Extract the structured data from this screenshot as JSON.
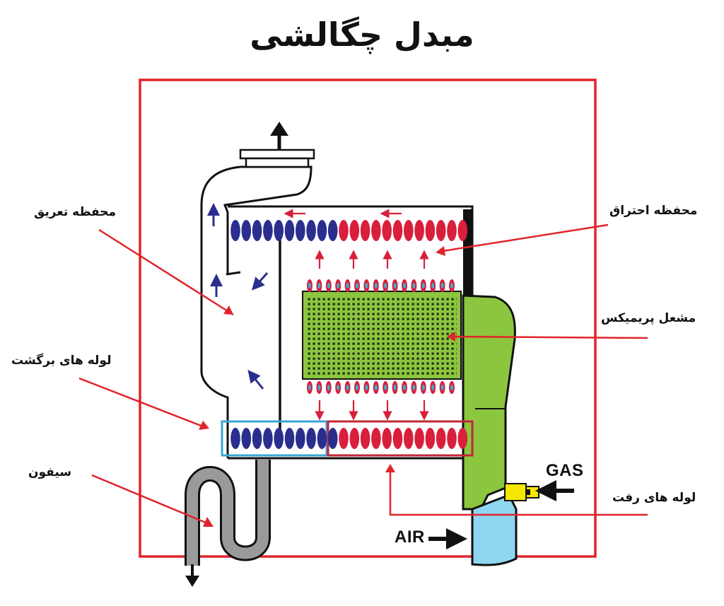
{
  "title": "مبدل چگالشی",
  "labels": {
    "condensation_chamber": "محفظه تعریق",
    "return_pipes": "لوله های برگشت",
    "siphon": "سیفون",
    "combustion_chamber": "محفظه احتراق",
    "premix_burner": "مشعل پریمیکس",
    "supply_pipes": "لوله های رفت"
  },
  "tags": {
    "gas": "GAS",
    "air": "AIR"
  },
  "colors": {
    "frame": "#e0242b",
    "burner": "#8cc63f",
    "hot_tube": "#d81f3c",
    "cold_tube": "#2a2e8e",
    "siphon": "#9a9a9a",
    "air_duct": "#8fd7f0",
    "gas_valve": "#f5e700",
    "return_box": "#3aa5d6",
    "supply_box": "#c0273a"
  }
}
